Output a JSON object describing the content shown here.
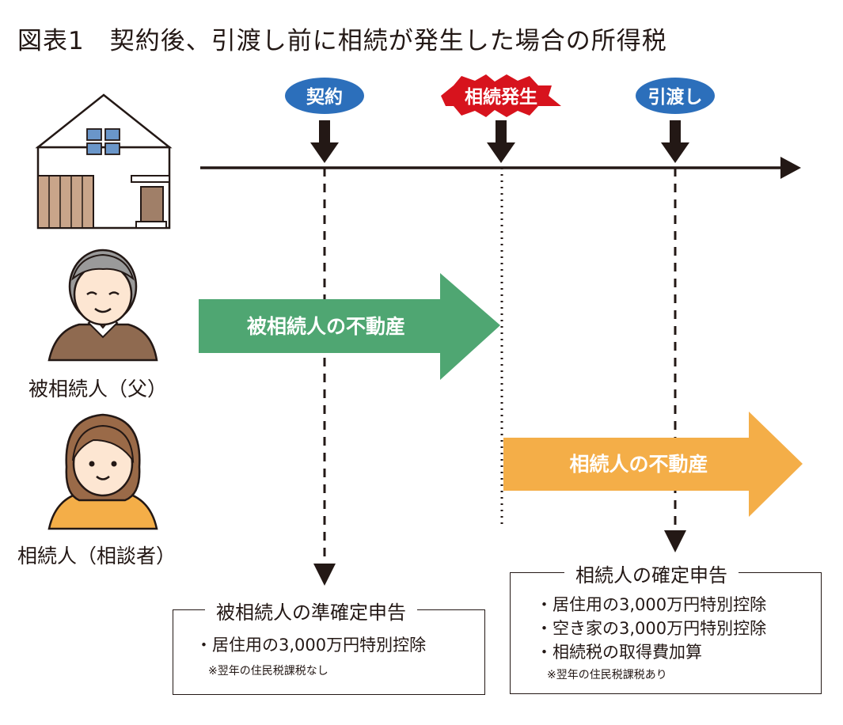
{
  "title": "図表1　契約後、引渡し前に相続が発生した場合の所得税",
  "timeline": {
    "events": [
      {
        "label": "契約",
        "color": "#2c6fbb",
        "shape": "oval"
      },
      {
        "label": "相続発生",
        "color": "#d7131d",
        "shape": "burst"
      },
      {
        "label": "引渡し",
        "color": "#2c6fbb",
        "shape": "oval"
      }
    ]
  },
  "ownership": {
    "decedent_property": {
      "label": "被相続人の不動産",
      "color": "#4fa672"
    },
    "heir_property": {
      "label": "相続人の不動産",
      "color": "#f4ae48"
    }
  },
  "people": {
    "decedent_label": "被相続人（父）",
    "heir_label": "相続人（相談者）"
  },
  "boxes": {
    "decedent_filing": {
      "title": "被相続人の準確定申告",
      "items": [
        "・居住用の3,000万円特別控除"
      ],
      "note": "※翌年の住民税課税なし"
    },
    "heir_filing": {
      "title": "相続人の確定申告",
      "items": [
        "・居住用の3,000万円特別控除",
        "・空き家の3,000万円特別控除",
        "・相続税の取得費加算"
      ],
      "note": "※翌年の住民税課税あり"
    }
  },
  "colors": {
    "ink": "#231815",
    "house_line": "#231815",
    "window": "#6a96c9",
    "wood": "#c9a58a",
    "door": "#a07f68",
    "hair_gray": "#9a9a9a",
    "hair_brown": "#9a6a48",
    "skin": "#fde6d2",
    "sweater_brown": "#8f6a50",
    "shirt_orange": "#f4ae48"
  }
}
